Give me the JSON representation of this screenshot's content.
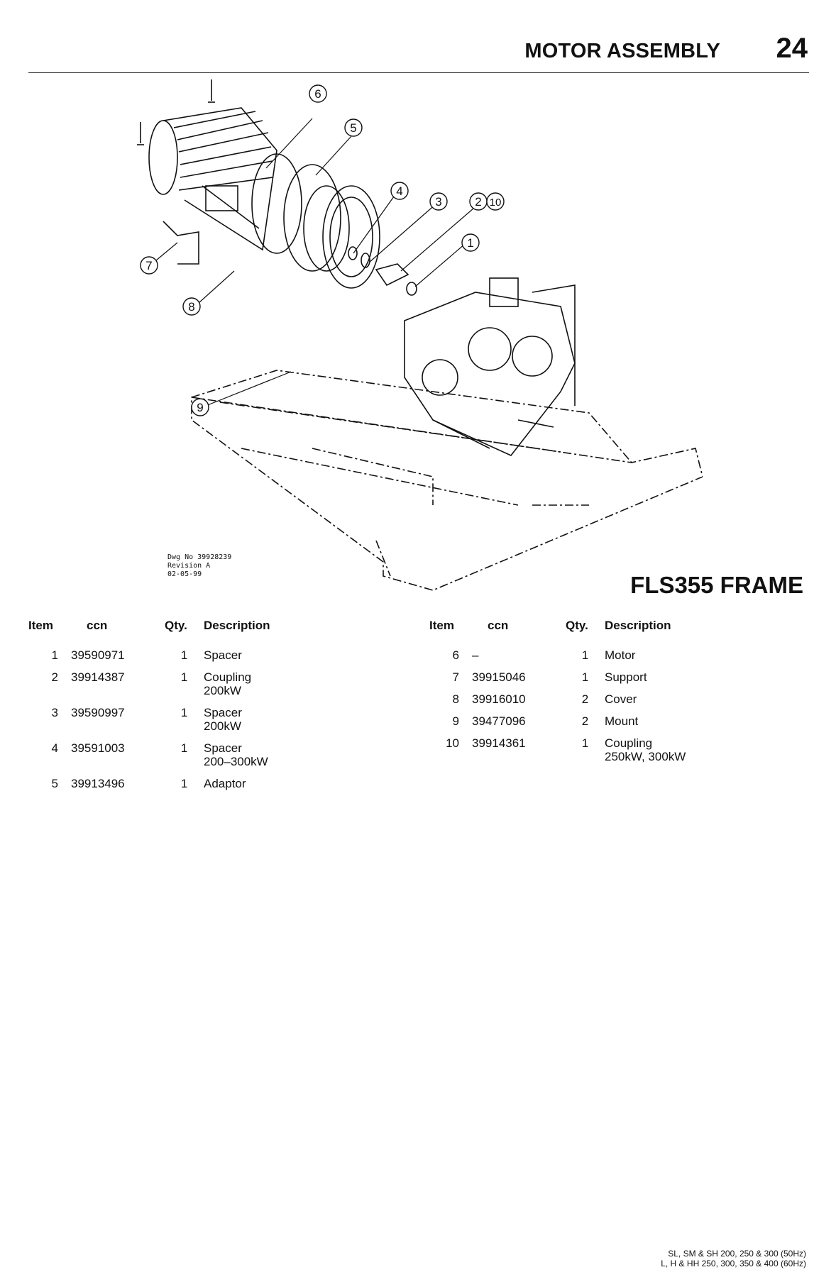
{
  "header": {
    "title": "MOTOR ASSEMBLY",
    "page_number": "24"
  },
  "drawing": {
    "callouts": [
      "1",
      "2",
      "3",
      "4",
      "5",
      "6",
      "7",
      "8",
      "9",
      "10"
    ],
    "drawing_info": [
      "Dwg No 39928239",
      "Revision A",
      "02-05-99"
    ],
    "frame_label": "FLS355 FRAME"
  },
  "table": {
    "headers": {
      "item": "Item",
      "ccn": "ccn",
      "qty": "Qty.",
      "description": "Description"
    },
    "left": [
      {
        "item": "1",
        "ccn": "39590971",
        "qty": "1",
        "description": "Spacer",
        "sub": ""
      },
      {
        "item": "2",
        "ccn": "39914387",
        "qty": "1",
        "description": "Coupling",
        "sub": "200kW"
      },
      {
        "item": "3",
        "ccn": "39590997",
        "qty": "1",
        "description": "Spacer",
        "sub": "200kW"
      },
      {
        "item": "4",
        "ccn": "39591003",
        "qty": "1",
        "description": "Spacer",
        "sub": "200–300kW"
      },
      {
        "item": "5",
        "ccn": "39913496",
        "qty": "1",
        "description": "Adaptor",
        "sub": ""
      }
    ],
    "right": [
      {
        "item": "6",
        "ccn": "–",
        "qty": "1",
        "description": "Motor",
        "sub": ""
      },
      {
        "item": "7",
        "ccn": "39915046",
        "qty": "1",
        "description": "Support",
        "sub": ""
      },
      {
        "item": "8",
        "ccn": "39916010",
        "qty": "2",
        "description": "Cover",
        "sub": ""
      },
      {
        "item": "9",
        "ccn": "39477096",
        "qty": "2",
        "description": "Mount",
        "sub": ""
      },
      {
        "item": "10",
        "ccn": "39914361",
        "qty": "1",
        "description": "Coupling",
        "sub": "250kW, 300kW"
      }
    ]
  },
  "footer": {
    "line1": "SL, SM & SH 200, 250 & 300 (50Hz)",
    "line2": "L, H & HH 250, 300, 350 & 400 (60Hz)"
  }
}
